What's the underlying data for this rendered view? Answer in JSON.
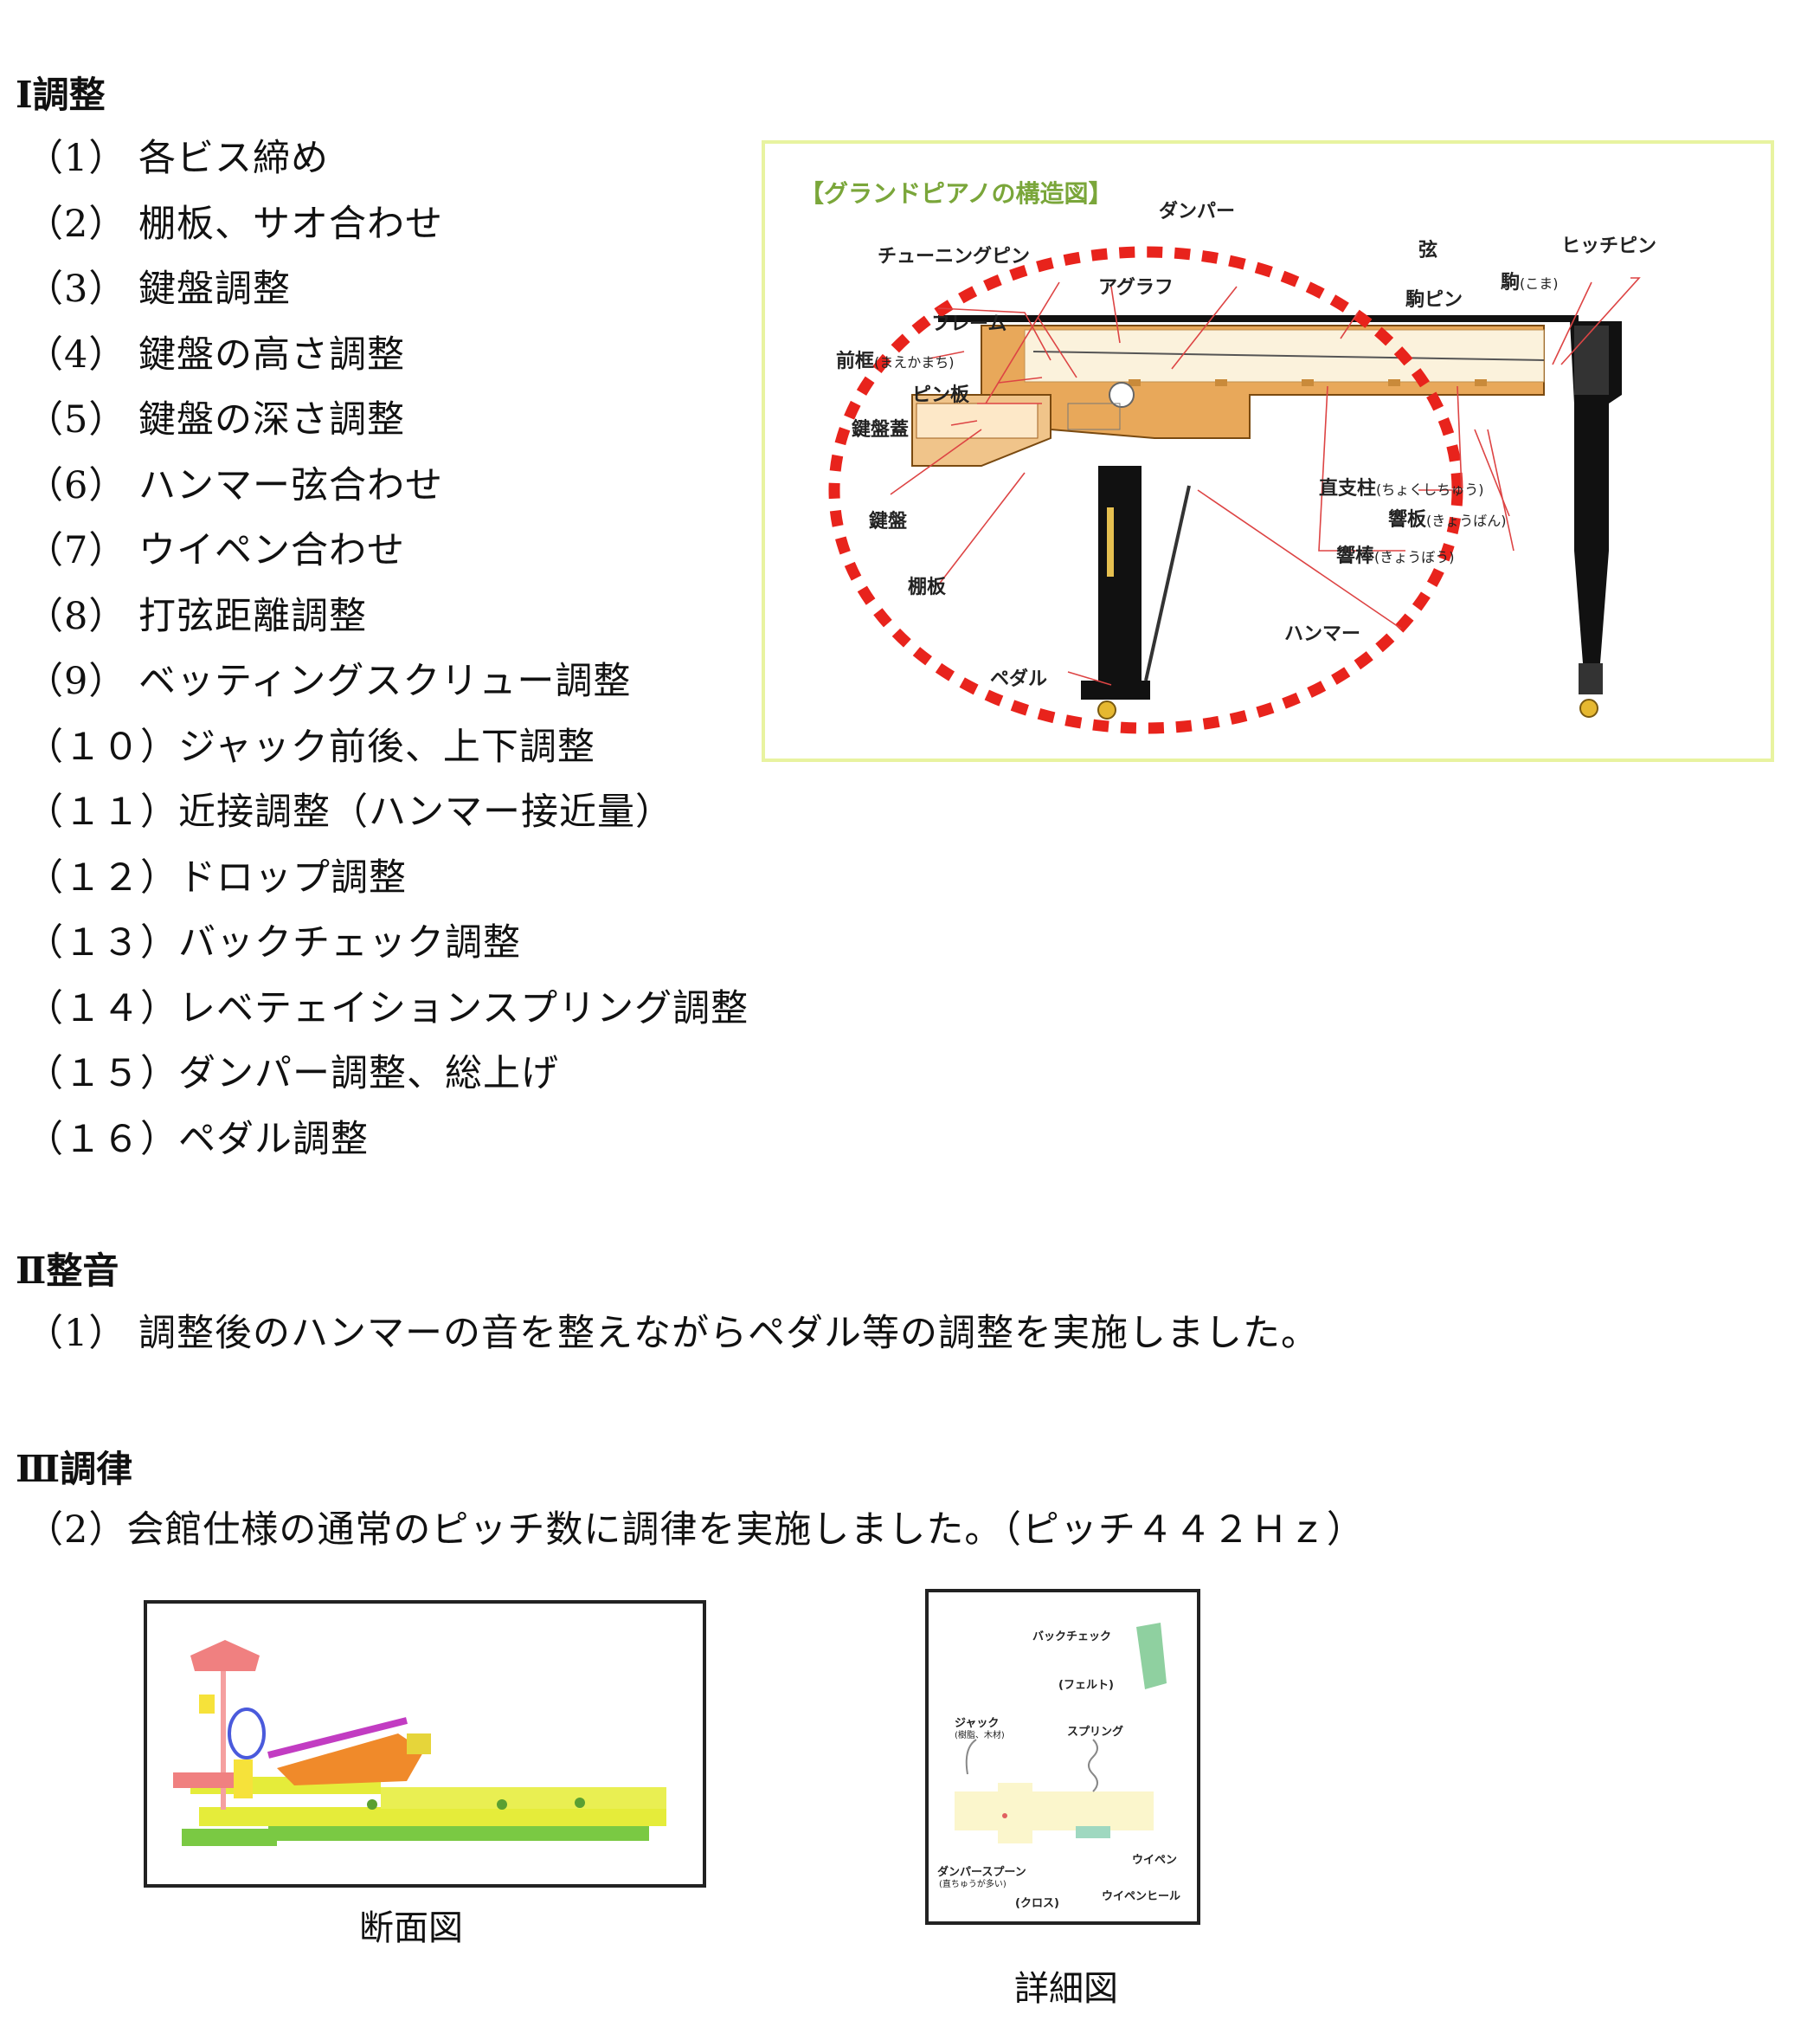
{
  "section1": {
    "heading": "Ⅰ調整",
    "items": [
      {
        "num": "（1）",
        "text": "各ビス締め"
      },
      {
        "num": "（2）",
        "text": "棚板、サオ合わせ"
      },
      {
        "num": "（3）",
        "text": "鍵盤調整"
      },
      {
        "num": "（4）",
        "text": "鍵盤の高さ調整"
      },
      {
        "num": "（5）",
        "text": "鍵盤の深さ調整"
      },
      {
        "num": "（6）",
        "text": "ハンマー弦合わせ"
      },
      {
        "num": "（7）",
        "text": "ウイペン合わせ"
      },
      {
        "num": "（8）",
        "text": "打弦距離調整"
      },
      {
        "num": "（9）",
        "text": "ベッティングスクリュー調整"
      },
      {
        "num": "（１０）",
        "text": "ジャック前後、上下調整"
      },
      {
        "num": "（１１）",
        "text": "近接調整（ハンマー接近量）"
      },
      {
        "num": "（１２）",
        "text": "ドロップ調整"
      },
      {
        "num": "（１３）",
        "text": "バックチェック調整"
      },
      {
        "num": "（１４）",
        "text": "レベテェイションスプリング調整"
      },
      {
        "num": "（１５）",
        "text": "ダンパー調整、総上げ"
      },
      {
        "num": "（１６）",
        "text": "ペダル調整"
      }
    ]
  },
  "section2": {
    "heading": "Ⅱ整音",
    "items": [
      {
        "num": "（1）",
        "text": "調整後のハンマーの音を整えながらペダル等の調整を実施しました。"
      }
    ]
  },
  "section3": {
    "heading": "Ⅲ調律",
    "items": [
      {
        "num": "（2）",
        "text": "会館仕様の通常のピッチ数に調律を実施しました。（ピッチ４４２Ｈｚ）"
      }
    ]
  },
  "piano_diagram": {
    "title": "【グランドピアノの構造図】",
    "labels": {
      "damper": "ダンパー",
      "string": "弦",
      "hitch_pin": "ヒッチピン",
      "tuning_pin": "チューニングピン",
      "agraffe": "アグラフ",
      "bridge": "駒",
      "bridge_reading": "(こま)",
      "bridge_pin": "駒ピン",
      "frame": "フレーム",
      "front_frame": "前框",
      "front_frame_reading": "(まえかまち)",
      "pin_block": "ピン板",
      "key_cover": "鍵盤蓋",
      "keyboard": "鍵盤",
      "key_bed": "棚板",
      "post": "直支柱",
      "post_reading": "(ちょくしちゅう)",
      "soundboard": "響板",
      "soundboard_reading": "(きょうばん)",
      "rib": "響棒",
      "rib_reading": "(きょうぼう)",
      "hammer": "ハンマー",
      "pedal": "ペダル"
    },
    "colors": {
      "accent_ring": "#e8231c",
      "wood": "#e8a85a",
      "title": "#7aa63a",
      "panel_border": "#e8f3a0"
    }
  },
  "section_figure": {
    "caption": "断面図"
  },
  "detail_figure": {
    "caption": "詳細図",
    "labels": {
      "back_check": "バックチェック",
      "felt": "(フェルト)",
      "jack": "ジャック",
      "jack_note": "(樹脂、木材)",
      "spring": "スプリング",
      "damper_spoon": "ダンパースプーン",
      "damper_spoon_note": "(直ちゅうが多い)",
      "wippen": "ウイペン",
      "cloth": "(クロス)",
      "wippen_heel": "ウイペンヒール"
    }
  }
}
